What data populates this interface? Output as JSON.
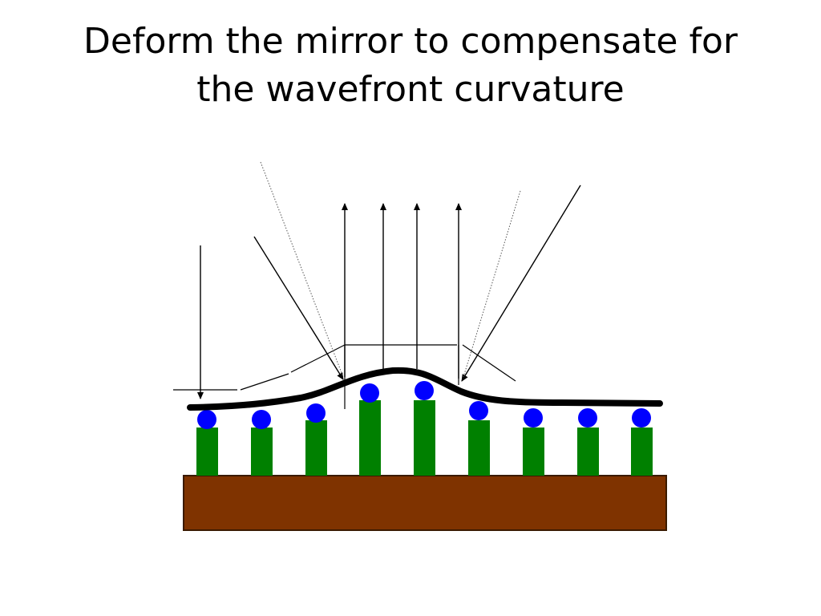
{
  "slide": {
    "title_line_1": "Deform the mirror to compensate for",
    "title_line_2": "the wavefront curvature"
  },
  "colors": {
    "background": "#ffffff",
    "substrate": "#7f3300",
    "actuator": "#008000",
    "actuator_head": "#0000ff",
    "mirror": "#000000",
    "lines": "#000000"
  },
  "actuators": {
    "count": 9,
    "relative_heights": [
      0,
      0,
      0.15,
      0.55,
      0.55,
      0.15,
      0,
      0,
      0
    ]
  }
}
